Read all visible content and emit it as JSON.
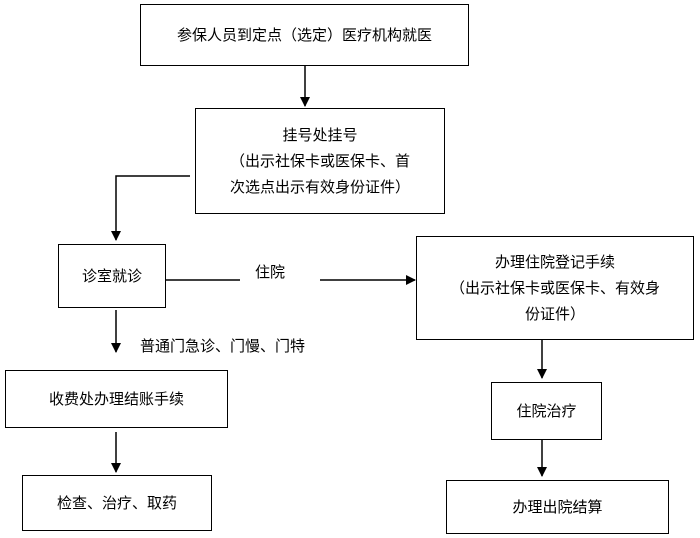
{
  "nodes": {
    "start": {
      "line1": "参保人员到定点（选定）医疗机构就医"
    },
    "register": {
      "line1": "挂号处挂号",
      "line2": "（出示社保卡或医保卡、首",
      "line3": "次选点出示有效身份证件）"
    },
    "clinic": {
      "line1": "诊室就诊"
    },
    "admission": {
      "line1": "办理住院登记手续",
      "line2": "（出示社保卡或医保卡、有效身",
      "line3": "份证件）"
    },
    "payment": {
      "line1": "收费处办理结账手续"
    },
    "exam": {
      "line1": "检查、治疗、取药"
    },
    "inpatient": {
      "line1": "住院治疗"
    },
    "discharge": {
      "line1": "办理出院结算"
    }
  },
  "edge_labels": {
    "hospitalize": "住院",
    "outpatient": "普通门急诊、门慢、门特"
  }
}
